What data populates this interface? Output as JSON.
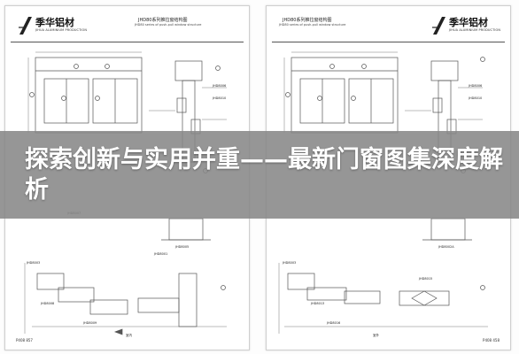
{
  "pages": [
    {
      "logo": {
        "brand": "季华铝材",
        "sub": "JIHUA ALUMINIUM PRODUCTION"
      },
      "drawing_title": "JHD80系列推拉窗结构图",
      "drawing_subtitle": "JHD80 series of push-pull window structure",
      "part_labels": [
        "JHD8006",
        "JHD8010",
        "JHD8007",
        "JHD8005",
        "JHD8003",
        "JHD8008",
        "JHD8009",
        "JHD8001"
      ],
      "section_label": "室内",
      "page_number": "P408 857"
    },
    {
      "logo": {
        "brand": "季华铝材",
        "sub": "JIHUA ALUMINIUM PRODUCTION"
      },
      "drawing_title": "JHD80系列推拉窗结构图",
      "drawing_subtitle": "JHD80 series of push-pull window structure",
      "part_labels": [
        "JHD8006",
        "JHD8010",
        "JHD8002A",
        "JHD8003",
        "JHD8013",
        "JHD8016",
        "JHD8015"
      ],
      "section_label": "室外",
      "page_number": "P408 458"
    }
  ],
  "banner": {
    "title": "探索创新与实用并重——最新门窗图集深度解析"
  },
  "colors": {
    "line": "#555555",
    "banner": "#878787",
    "text": "#ffffff"
  }
}
